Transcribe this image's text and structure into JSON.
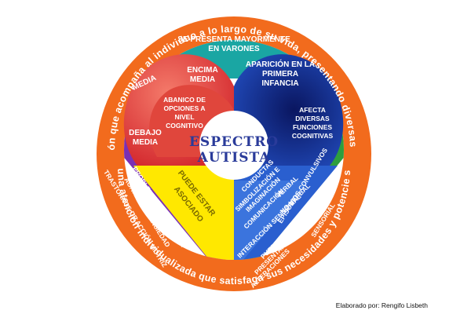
{
  "outer_ring": {
    "top_text": "Es una condición que acompaña al individuo a lo largo de su vida, presentando diversas características",
    "bottom_text": "Requiere de una atención individualizada que satisfaga sus necesidades y potencie sus fortalezas"
  },
  "center": {
    "line1": "ESPECTRO",
    "line2": "AUTISTA"
  },
  "top_band": {
    "line1": "SE PRESENTA MAYORMENTE",
    "line2": "EN VARONES"
  },
  "heart_left": {
    "media": "MEDIA",
    "encima": [
      "ENCIMA",
      "MEDIA"
    ],
    "debajo": [
      "DEBAJO",
      "MEDIA"
    ],
    "abanico": [
      "ABANICO DE",
      "OPCIONES A",
      "NIVEL",
      "COGNITIVO"
    ]
  },
  "heart_right": {
    "aparicion": [
      "APARICIÓN EN LA",
      "PRIMERA",
      "INFANCIA"
    ],
    "afecta": [
      "AFECTA",
      "DIVERSAS",
      "FUNCIONES",
      "COGNITIVAS"
    ]
  },
  "yellow": [
    "PUEDE ESTAR",
    "ASOCIADO"
  ],
  "left_bands": [
    "PROBLEMAS DE CONDUCTA",
    "AGITACIÓN O ANSIEDAD",
    "TRASTORNOS DE ACCIÓN MOTRIZ"
  ],
  "blue_block": {
    "labels": [
      "SIMBOLIZACIÓN E",
      "IMAGINACIÓN",
      "COMUNICACIÓN",
      "VERBAL",
      "NO VERBAL",
      "INTERACCIÓN SENSORIAL",
      "CONDUCTAS"
    ],
    "puede": [
      "PUEDE",
      "PRESENTAR",
      "ALTERACIONES"
    ]
  },
  "right_bands": [
    "EPISODIOS CONVULSIVOS",
    "GASTROINTESTINAL",
    "SENSORIAL"
  ],
  "credit": "Elaborado por: Rengifo Lisbeth",
  "colors": {
    "orange": "#f26b1d",
    "teal": "#1aa6a3",
    "red": "#e53a3a",
    "navy": "#0d1f6b",
    "blue": "#2a5fcf",
    "yellow": "#ffe800",
    "purple": "#7a2fb5",
    "green": "#2e9e3e"
  }
}
